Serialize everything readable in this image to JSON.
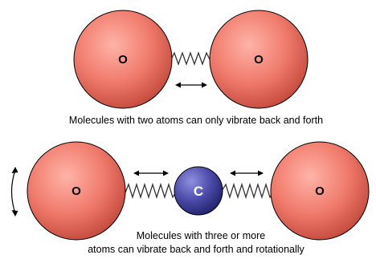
{
  "colors": {
    "oxygen_fill_light": "#ffb3a8",
    "oxygen_fill": "#f07b6c",
    "oxygen_fill_dark": "#c2473a",
    "carbon_fill_light": "#8f8fe0",
    "carbon_fill": "#4a4aa8",
    "carbon_fill_dark": "#22226b",
    "outline": "#000000",
    "spring": "#333333",
    "arrow": "#000000",
    "carbon_label": "#ffffff",
    "oxygen_label": "#000000"
  },
  "top_molecule": {
    "left_atom_label": "O",
    "right_atom_label": "O",
    "caption": "Molecules with two atoms can only vibrate back and forth"
  },
  "bottom_molecule": {
    "left_atom_label": "O",
    "center_atom_label": "C",
    "right_atom_label": "O",
    "caption_line1": "Molecules with three or more",
    "caption_line2": "atoms can vibrate back and forth and rotationally"
  },
  "icons": {
    "vibration_arrow": "double-headed-horizontal-arrow",
    "rotation_arrow": "double-headed-curved-arrow",
    "bond": "spring-zigzag"
  }
}
